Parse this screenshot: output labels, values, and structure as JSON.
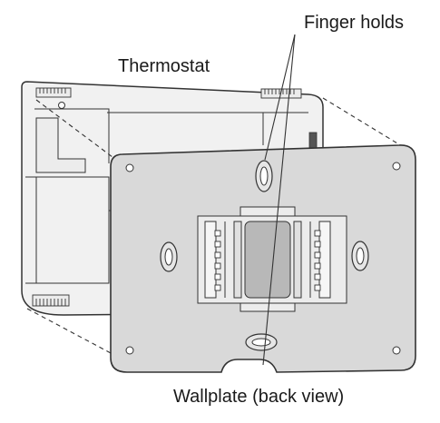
{
  "labels": {
    "finger_holds": "Finger holds",
    "thermostat": "Thermostat",
    "wallplate": "Wallplate (back view)"
  },
  "colors": {
    "outline": "#333333",
    "thermostat_fill": "#f1f1f1",
    "wallplate_fill": "#d9d9d9",
    "terminal_block": "#ececec",
    "terminal_center": "#b8b8b8",
    "background": "#ffffff"
  }
}
